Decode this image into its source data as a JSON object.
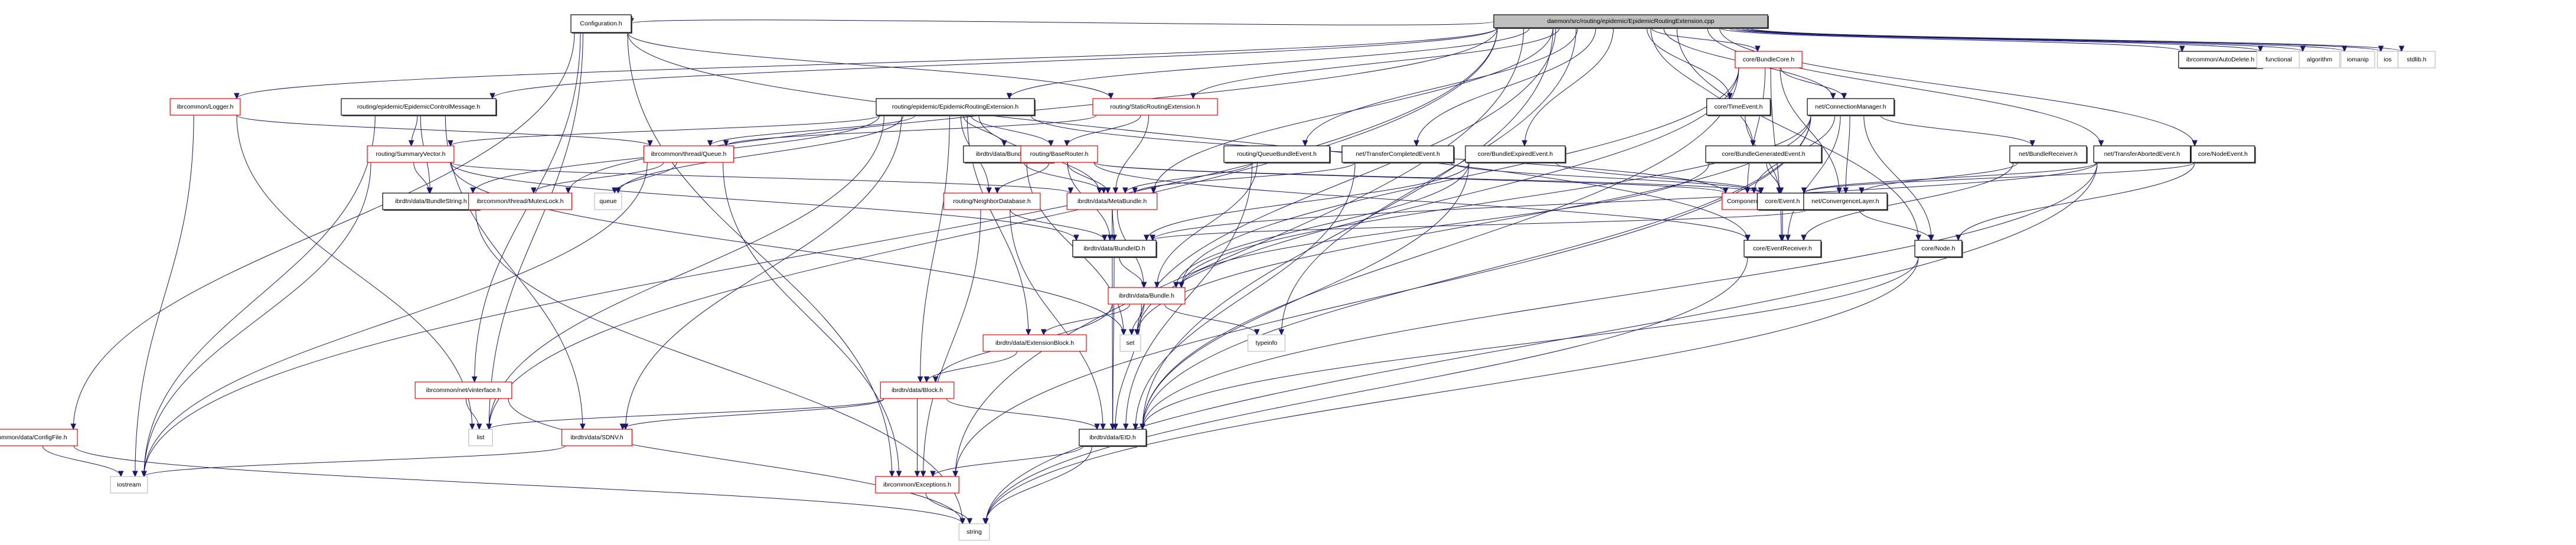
{
  "graph": {
    "title": "daemon/src/routing/epidemic/EpidemicRoutingExtension.cpp",
    "edge_color": "#191970",
    "legend_styles": {
      "root": {
        "fill": "#bfbfbf",
        "border": "#000000"
      },
      "documented": {
        "fill": "#ffffff",
        "border": "#000000"
      },
      "undocumented": {
        "fill": "#ffffff",
        "border": "#ff0000"
      },
      "system": {
        "fill": "#ffffff",
        "border": "#bfbfbf"
      }
    },
    "nodes": [
      {
        "id": "root",
        "label": "daemon/src/routing/epidemic/EpidemicRoutingExtension.cpp",
        "style": "root"
      },
      {
        "id": "configuration",
        "label": "Configuration.h",
        "style": "documented"
      },
      {
        "id": "logger",
        "label": "ibrcommon/Logger.h",
        "style": "undocumented"
      },
      {
        "id": "ecm",
        "label": "routing/epidemic/EpidemicControlMessage.h",
        "style": "documented"
      },
      {
        "id": "ereh",
        "label": "routing/epidemic/EpidemicRoutingExtension.h",
        "style": "documented"
      },
      {
        "id": "static",
        "label": "routing/StaticRoutingExtension.h",
        "style": "undocumented"
      },
      {
        "id": "summary",
        "label": "routing/SummaryVector.h",
        "style": "undocumented"
      },
      {
        "id": "queueh",
        "label": "ibrcommon/thread/Queue.h",
        "style": "undocumented"
      },
      {
        "id": "bundlelist",
        "label": "ibrdtn/data/BundleList.h",
        "style": "documented"
      },
      {
        "id": "baserouter",
        "label": "routing/BaseRouter.h",
        "style": "undocumented"
      },
      {
        "id": "queuebundle",
        "label": "routing/QueueBundleEvent.h",
        "style": "documented"
      },
      {
        "id": "transfercompleted",
        "label": "net/TransferCompletedEvent.h",
        "style": "documented"
      },
      {
        "id": "bundleexpired",
        "label": "core/BundleExpiredEvent.h",
        "style": "documented"
      },
      {
        "id": "bundlegenerated",
        "label": "core/BundleGeneratedEvent.h",
        "style": "documented"
      },
      {
        "id": "bundlecore",
        "label": "core/BundleCore.h",
        "style": "undocumented"
      },
      {
        "id": "timeevent",
        "label": "core/TimeEvent.h",
        "style": "documented"
      },
      {
        "id": "connmgr",
        "label": "net/ConnectionManager.h",
        "style": "documented"
      },
      {
        "id": "bundlereceiver",
        "label": "net/BundleReceiver.h",
        "style": "documented"
      },
      {
        "id": "transferaborted",
        "label": "net/TransferAbortedEvent.h",
        "style": "documented"
      },
      {
        "id": "nodeevent",
        "label": "core/NodeEvent.h",
        "style": "documented"
      },
      {
        "id": "autodelete",
        "label": "ibrcommon/AutoDelete.h",
        "style": "documented"
      },
      {
        "id": "functional",
        "label": "functional",
        "style": "system"
      },
      {
        "id": "algorithm",
        "label": "algorithm",
        "style": "system"
      },
      {
        "id": "iomanip",
        "label": "iomanip",
        "style": "system"
      },
      {
        "id": "ios",
        "label": "ios",
        "style": "system"
      },
      {
        "id": "stdlib",
        "label": "stdlib.h",
        "style": "system"
      },
      {
        "id": "bundlestring",
        "label": "ibrdtn/data/BundleString.h",
        "style": "documented"
      },
      {
        "id": "mutexlock",
        "label": "ibrcommon/thread/MutexLock.h",
        "style": "undocumented"
      },
      {
        "id": "queue",
        "label": "queue",
        "style": "system"
      },
      {
        "id": "neighbordb",
        "label": "routing/NeighborDatabase.h",
        "style": "undocumented"
      },
      {
        "id": "metabundle",
        "label": "ibrdtn/data/MetaBundle.h",
        "style": "undocumented"
      },
      {
        "id": "component",
        "label": "Component.h",
        "style": "undocumented"
      },
      {
        "id": "event",
        "label": "core/Event.h",
        "style": "documented"
      },
      {
        "id": "convlayer",
        "label": "net/ConvergenceLayer.h",
        "style": "documented"
      },
      {
        "id": "bundleid",
        "label": "ibrdtn/data/BundleID.h",
        "style": "documented"
      },
      {
        "id": "eventreceiver",
        "label": "core/EventReceiver.h",
        "style": "documented"
      },
      {
        "id": "node",
        "label": "core/Node.h",
        "style": "documented"
      },
      {
        "id": "bundle",
        "label": "ibrdtn/data/Bundle.h",
        "style": "undocumented"
      },
      {
        "id": "extblock",
        "label": "ibrdtn/data/ExtensionBlock.h",
        "style": "undocumented"
      },
      {
        "id": "set",
        "label": "set",
        "style": "system"
      },
      {
        "id": "typeinfo",
        "label": "typeinfo",
        "style": "system"
      },
      {
        "id": "vinterface",
        "label": "ibrcommon/net/vinterface.h",
        "style": "undocumented"
      },
      {
        "id": "block",
        "label": "ibrdtn/data/Block.h",
        "style": "undocumented"
      },
      {
        "id": "configfile",
        "label": "ibrcommon/data/ConfigFile.h",
        "style": "undocumented"
      },
      {
        "id": "list",
        "label": "list",
        "style": "system"
      },
      {
        "id": "sdnv",
        "label": "ibrdtn/data/SDNV.h",
        "style": "undocumented"
      },
      {
        "id": "eid",
        "label": "ibrdtn/data/EID.h",
        "style": "documented"
      },
      {
        "id": "iostream",
        "label": "iostream",
        "style": "system"
      },
      {
        "id": "exceptions",
        "label": "ibrcommon/Exceptions.h",
        "style": "undocumented"
      },
      {
        "id": "string",
        "label": "string",
        "style": "system"
      }
    ],
    "edges": [
      [
        "root",
        "configuration"
      ],
      [
        "root",
        "logger"
      ],
      [
        "root",
        "ecm"
      ],
      [
        "root",
        "ereh"
      ],
      [
        "root",
        "static"
      ],
      [
        "root",
        "bundlecore"
      ],
      [
        "root",
        "timeevent"
      ],
      [
        "root",
        "connmgr"
      ],
      [
        "root",
        "queuebundle"
      ],
      [
        "root",
        "transfercompleted"
      ],
      [
        "root",
        "bundleexpired"
      ],
      [
        "root",
        "bundlegenerated"
      ],
      [
        "root",
        "transferaborted"
      ],
      [
        "root",
        "nodeevent"
      ],
      [
        "root",
        "autodelete"
      ],
      [
        "root",
        "functional"
      ],
      [
        "root",
        "algorithm"
      ],
      [
        "root",
        "iomanip"
      ],
      [
        "root",
        "ios"
      ],
      [
        "root",
        "stdlib"
      ],
      [
        "root",
        "iostream"
      ],
      [
        "root",
        "metabundle"
      ],
      [
        "root",
        "set"
      ],
      [
        "root",
        "typeinfo"
      ],
      [
        "root",
        "mutexlock"
      ],
      [
        "root",
        "exceptions"
      ],
      [
        "root",
        "list"
      ],
      [
        "root",
        "eid"
      ],
      [
        "root",
        "node"
      ],
      [
        "configuration",
        "configfile"
      ],
      [
        "configuration",
        "vinterface"
      ],
      [
        "configuration",
        "static"
      ],
      [
        "configuration",
        "eventreceiver"
      ],
      [
        "configuration",
        "exceptions"
      ],
      [
        "configuration",
        "list"
      ],
      [
        "logger",
        "queueh"
      ],
      [
        "logger",
        "iostream"
      ],
      [
        "logger",
        "list"
      ],
      [
        "ecm",
        "summary"
      ],
      [
        "ecm",
        "bundlestring"
      ],
      [
        "ecm",
        "sdnv"
      ],
      [
        "ecm",
        "iostream"
      ],
      [
        "ereh",
        "queueh"
      ],
      [
        "ereh",
        "summary"
      ],
      [
        "ereh",
        "bundlelist"
      ],
      [
        "ereh",
        "baserouter"
      ],
      [
        "ereh",
        "neighbordb"
      ],
      [
        "ereh",
        "queue"
      ],
      [
        "ereh",
        "list"
      ],
      [
        "ereh",
        "sdnv"
      ],
      [
        "ereh",
        "block"
      ],
      [
        "ereh",
        "extblock"
      ],
      [
        "ereh",
        "bundlestring"
      ],
      [
        "ereh",
        "component"
      ],
      [
        "ereh",
        "metabundle"
      ],
      [
        "static",
        "baserouter"
      ],
      [
        "static",
        "queueh"
      ],
      [
        "static",
        "metabundle"
      ],
      [
        "summary",
        "bundlestring"
      ],
      [
        "summary",
        "bundleid"
      ],
      [
        "summary",
        "metabundle"
      ],
      [
        "summary",
        "iostream"
      ],
      [
        "summary",
        "set"
      ],
      [
        "queueh",
        "mutexlock"
      ],
      [
        "queueh",
        "queue"
      ],
      [
        "queueh",
        "exceptions"
      ],
      [
        "queueh",
        "iostream"
      ],
      [
        "bundlelist",
        "metabundle"
      ],
      [
        "bundlelist",
        "set"
      ],
      [
        "baserouter",
        "neighbordb"
      ],
      [
        "baserouter",
        "metabundle"
      ],
      [
        "baserouter",
        "bundleid"
      ],
      [
        "baserouter",
        "component"
      ],
      [
        "baserouter",
        "event"
      ],
      [
        "baserouter",
        "eventreceiver"
      ],
      [
        "neighbordb",
        "bundleid"
      ],
      [
        "neighbordb",
        "eid"
      ],
      [
        "neighbordb",
        "exceptions"
      ],
      [
        "queuebundle",
        "metabundle"
      ],
      [
        "queuebundle",
        "bundle"
      ],
      [
        "queuebundle",
        "eid"
      ],
      [
        "transfercompleted",
        "metabundle"
      ],
      [
        "transfercompleted",
        "event"
      ],
      [
        "transfercompleted",
        "eid"
      ],
      [
        "bundleexpired",
        "bundleid"
      ],
      [
        "bundleexpired",
        "bundle"
      ],
      [
        "bundleexpired",
        "event"
      ],
      [
        "bundleexpired",
        "eid"
      ],
      [
        "bundlegenerated",
        "bundle"
      ],
      [
        "bundlegenerated",
        "event"
      ],
      [
        "bundlecore",
        "component"
      ],
      [
        "bundlecore",
        "connmgr"
      ],
      [
        "bundlecore",
        "eventreceiver"
      ],
      [
        "bundlecore",
        "convlayer"
      ],
      [
        "bundlecore",
        "set"
      ],
      [
        "bundlecore",
        "eid"
      ],
      [
        "bundlecore",
        "bundle"
      ],
      [
        "timeevent",
        "event"
      ],
      [
        "connmgr",
        "component"
      ],
      [
        "connmgr",
        "convlayer"
      ],
      [
        "connmgr",
        "bundlereceiver"
      ],
      [
        "connmgr",
        "node"
      ],
      [
        "connmgr",
        "eventreceiver"
      ],
      [
        "connmgr",
        "bundle"
      ],
      [
        "connmgr",
        "exceptions"
      ],
      [
        "connmgr",
        "eid"
      ],
      [
        "connmgr",
        "set"
      ],
      [
        "bundlereceiver",
        "convlayer"
      ],
      [
        "bundlereceiver",
        "eventreceiver"
      ],
      [
        "transferaborted",
        "event"
      ],
      [
        "transferaborted",
        "bundleid"
      ],
      [
        "transferaborted",
        "eid"
      ],
      [
        "transferaborted",
        "string"
      ],
      [
        "nodeevent",
        "event"
      ],
      [
        "nodeevent",
        "node"
      ],
      [
        "metabundle",
        "bundleid"
      ],
      [
        "metabundle",
        "bundle"
      ],
      [
        "metabundle",
        "eid"
      ],
      [
        "convlayer",
        "node"
      ],
      [
        "convlayer",
        "bundleid"
      ],
      [
        "event",
        "eventreceiver"
      ],
      [
        "eventreceiver",
        "string"
      ],
      [
        "node",
        "eid"
      ],
      [
        "node",
        "string"
      ],
      [
        "bundleid",
        "bundle"
      ],
      [
        "bundleid",
        "eid"
      ],
      [
        "bundle",
        "extblock"
      ],
      [
        "bundle",
        "set"
      ],
      [
        "bundle",
        "typeinfo"
      ],
      [
        "bundle",
        "eid"
      ],
      [
        "bundle",
        "block"
      ],
      [
        "extblock",
        "block"
      ],
      [
        "vinterface",
        "list"
      ],
      [
        "vinterface",
        "string"
      ],
      [
        "block",
        "sdnv"
      ],
      [
        "block",
        "list"
      ],
      [
        "block",
        "exceptions"
      ],
      [
        "block",
        "eid"
      ],
      [
        "configfile",
        "iostream"
      ],
      [
        "configfile",
        "string"
      ],
      [
        "sdnv",
        "iostream"
      ],
      [
        "eid",
        "exceptions"
      ],
      [
        "eid",
        "string"
      ],
      [
        "exceptions",
        "string"
      ],
      [
        "bundlestring",
        "string"
      ]
    ]
  }
}
